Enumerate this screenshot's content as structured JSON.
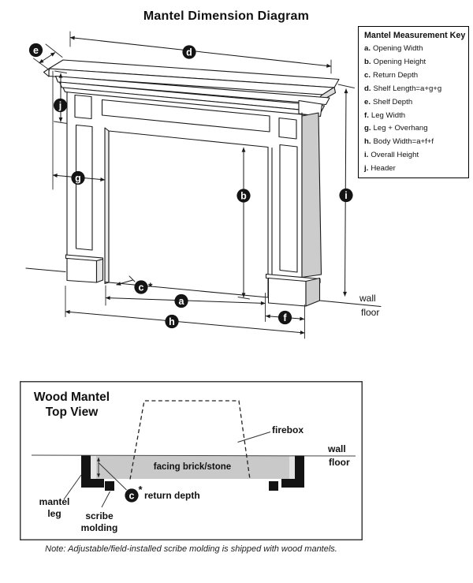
{
  "title": "Mantel Dimension Diagram",
  "key": {
    "title": "Mantel Measurement Key",
    "items": [
      {
        "label": "a.",
        "text": "Opening Width"
      },
      {
        "label": "b.",
        "text": "Opening Height"
      },
      {
        "label": "c.",
        "text": "Return Depth"
      },
      {
        "label": "d.",
        "text": "Shelf Length=a+g+g"
      },
      {
        "label": "e.",
        "text": "Shelf Depth"
      },
      {
        "label": "f.",
        "text": "Leg Width"
      },
      {
        "label": "g.",
        "text": "Leg + Overhang"
      },
      {
        "label": "h.",
        "text": "Body Width=a+f+f"
      },
      {
        "label": "i.",
        "text": "Overall Height"
      },
      {
        "label": "j.",
        "text": "Header"
      }
    ]
  },
  "diagram": {
    "markers": {
      "a": "a",
      "b": "b",
      "c": "c",
      "d": "d",
      "e": "e",
      "f": "f",
      "g": "g",
      "h": "h",
      "i": "i",
      "j": "j"
    },
    "c_asterisk": "*",
    "wall": "wall",
    "floor": "floor"
  },
  "top_view": {
    "title_line1": "Wood Mantel",
    "title_line2": "Top View",
    "firebox": "firebox",
    "facing": "facing brick/stone",
    "wall": "wall",
    "floor": "floor",
    "mantel_leg_line1": "mantel",
    "mantel_leg_line2": "leg",
    "scribe_line1": "scribe",
    "scribe_line2": "molding",
    "c_marker": "c",
    "c_asterisk": "*",
    "return_depth": "return depth"
  },
  "note": "Note: Adjustable/field-installed scribe molding is shipped with wood mantels."
}
